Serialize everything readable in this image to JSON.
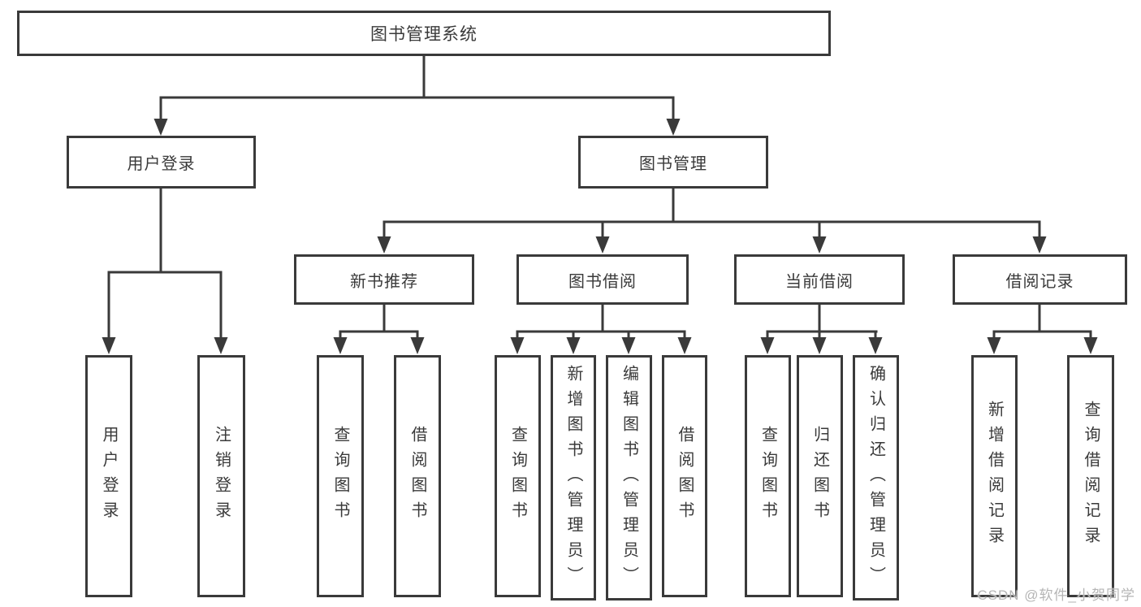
{
  "colors": {
    "line": "#3a3a3a",
    "box_border": "#3a3a3a",
    "text": "#3a3a3a",
    "background": "#ffffff",
    "watermark": "#b5b5b5"
  },
  "watermark": "CSDN @软件_小贺同学",
  "diagram": {
    "root": {
      "label": "图书管理系统"
    },
    "level2": {
      "user_login": {
        "label": "用户登录"
      },
      "book_management": {
        "label": "图书管理"
      }
    },
    "level3": {
      "new_book_recommend": {
        "label": "新书推荐"
      },
      "book_borrow": {
        "label": "图书借阅"
      },
      "current_borrow": {
        "label": "当前借阅"
      },
      "borrow_records": {
        "label": "借阅记录"
      }
    },
    "leaves": {
      "user_login_leaf": {
        "label": "用户登录"
      },
      "logout": {
        "label": "注销登录"
      },
      "rec_query_books": {
        "label": "查询图书"
      },
      "rec_borrow_books": {
        "label": "借阅图书"
      },
      "bb_query_books": {
        "label": "查询图书"
      },
      "bb_add_books": {
        "label": "新增图书（管理员）"
      },
      "bb_edit_books": {
        "label": "编辑图书（管理员）"
      },
      "bb_borrow_books": {
        "label": "借阅图书"
      },
      "cb_query_books": {
        "label": "查询图书"
      },
      "cb_return_books": {
        "label": "归还图书"
      },
      "cb_confirm_return": {
        "label": "确认归还（管理员）"
      },
      "br_add_record": {
        "label": "新增借阅记录"
      },
      "br_query_record": {
        "label": "查询借阅记录"
      }
    }
  }
}
